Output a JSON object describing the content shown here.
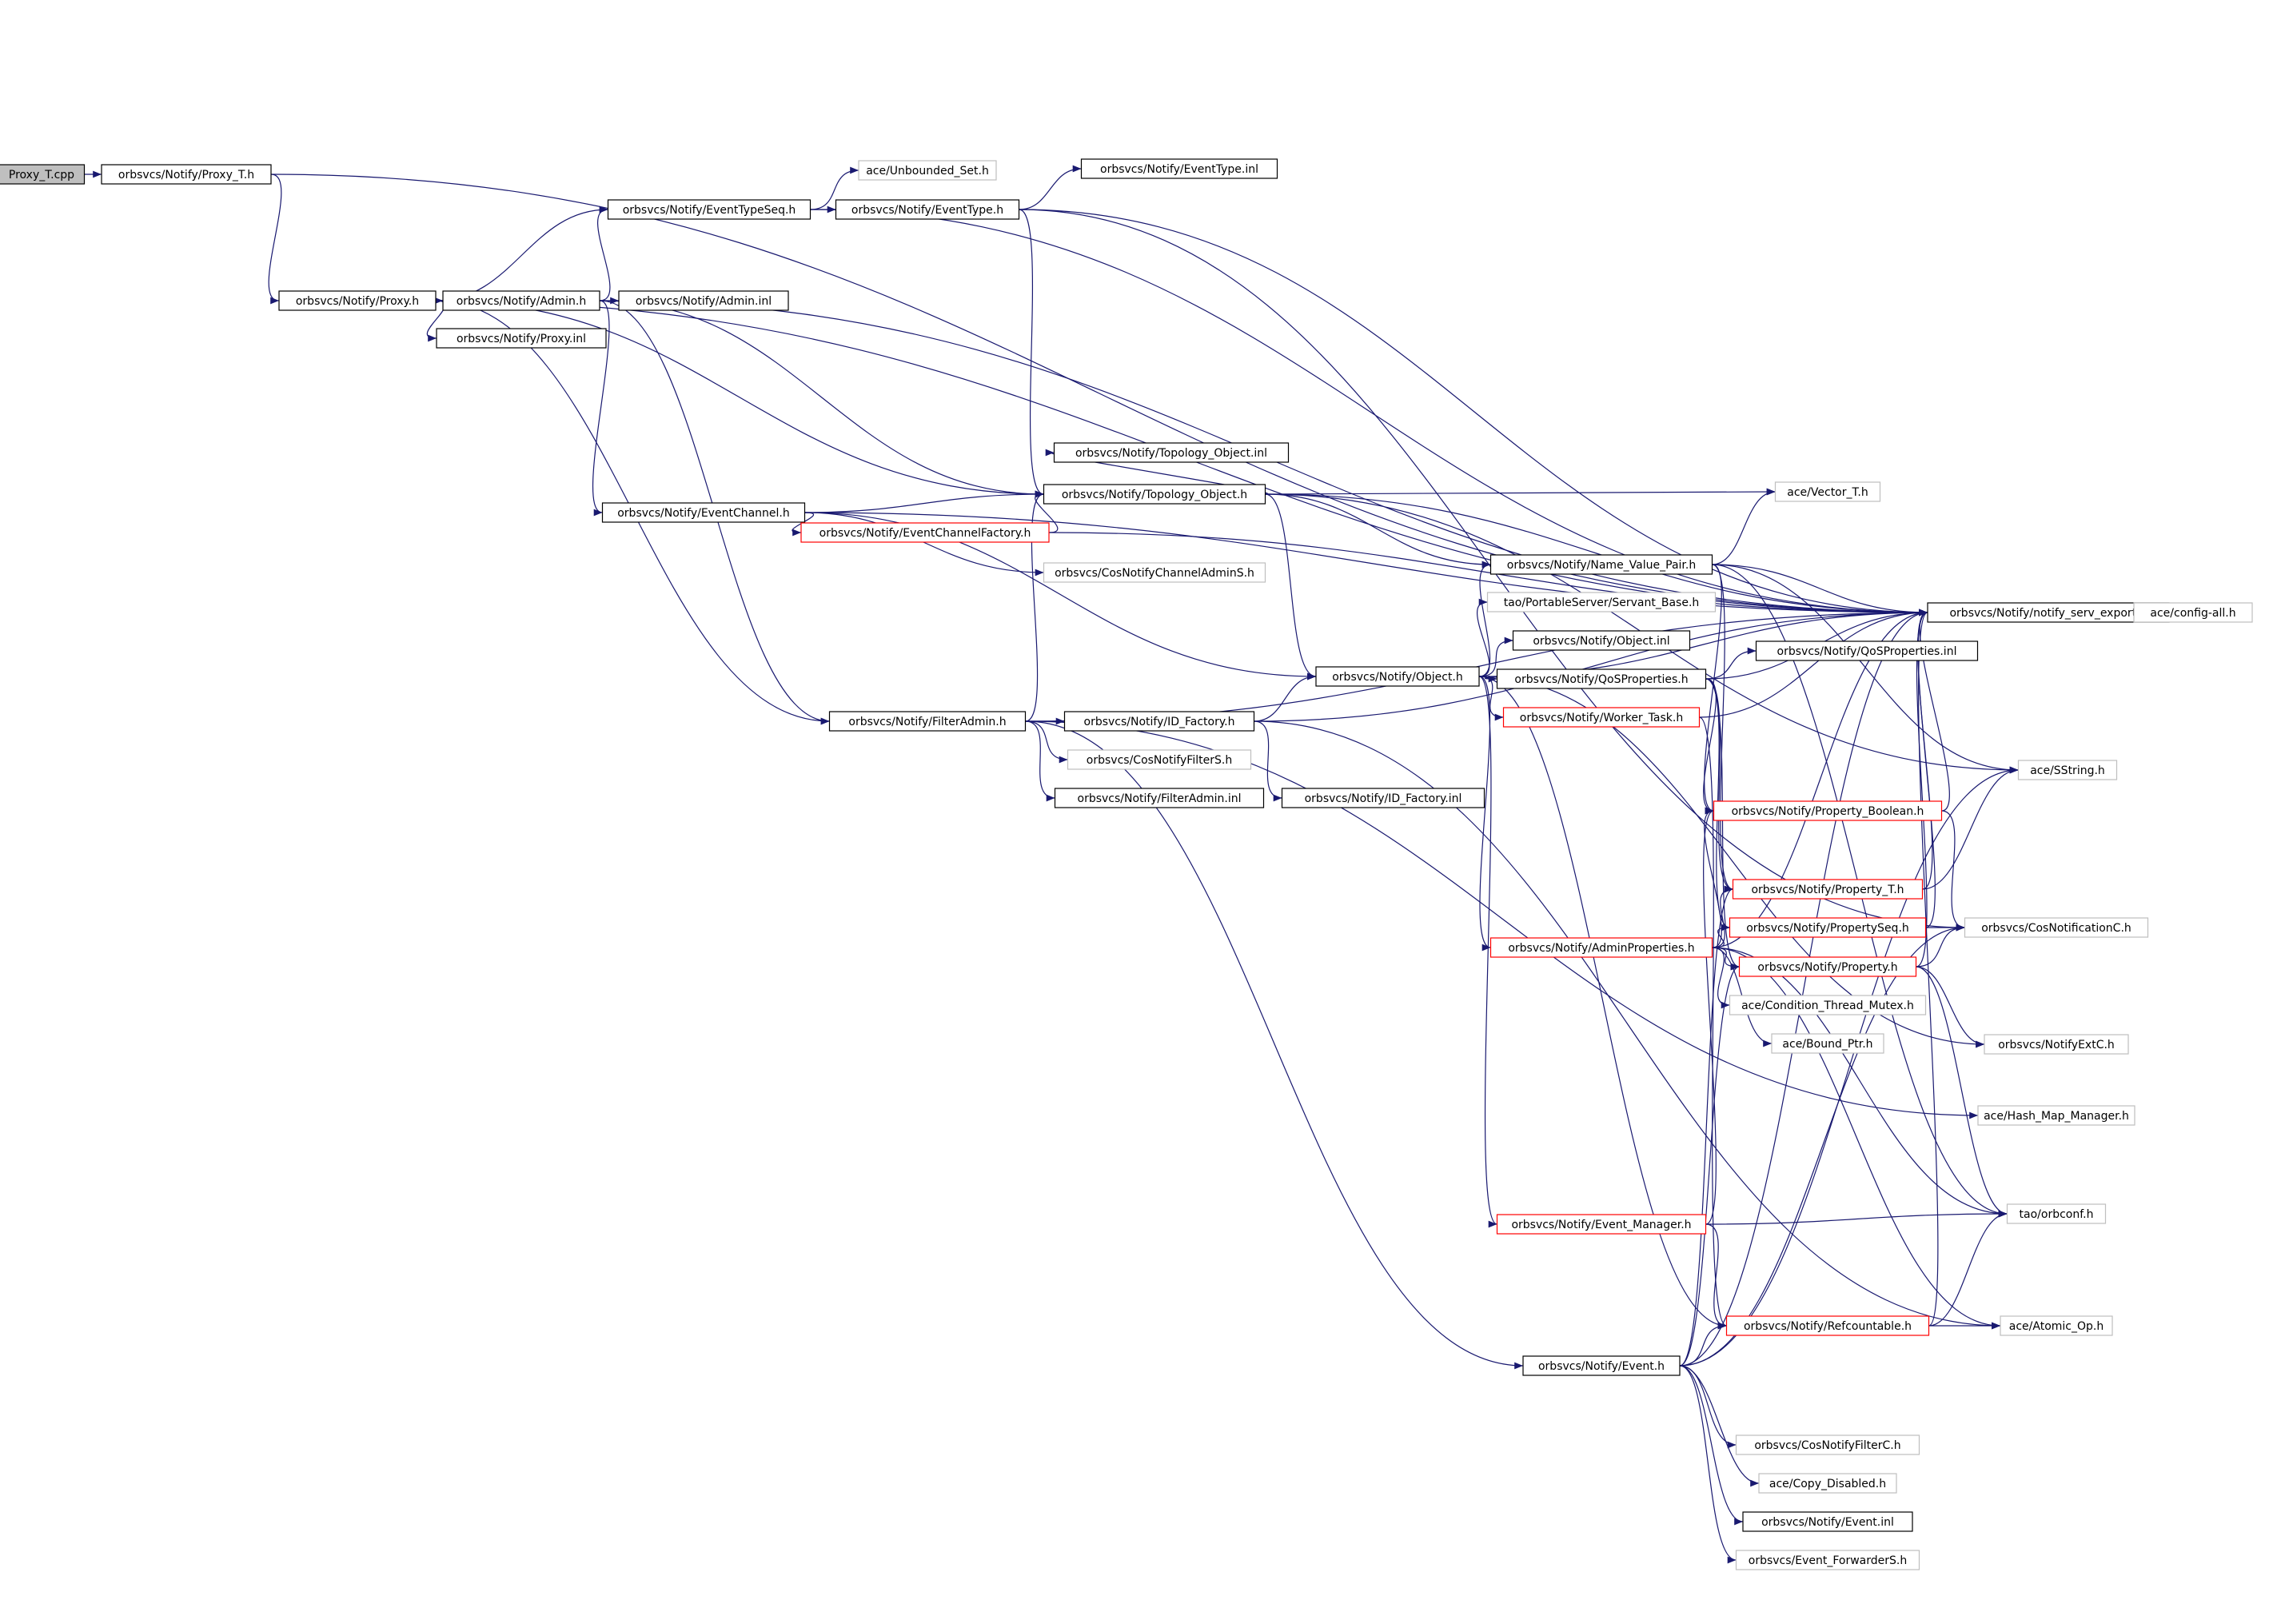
{
  "colors": {
    "edge": "#191970",
    "border_default": "#000000",
    "border_external": "#bfbfbf",
    "border_truncated": "#ff0000",
    "root_fill": "#bfbfbf",
    "node_fill": "#ffffff",
    "text": "#000000"
  },
  "nodes": [
    {
      "id": "proxy_t_cpp",
      "label": "Proxy_T.cpp",
      "kind": "root"
    },
    {
      "id": "proxy_t_h",
      "label": "orbsvcs/Notify/Proxy_T.h",
      "kind": "default"
    },
    {
      "id": "proxy_h",
      "label": "orbsvcs/Notify/Proxy.h",
      "kind": "default"
    },
    {
      "id": "eventtypeseq_h",
      "label": "orbsvcs/Notify/EventTypeSeq.h",
      "kind": "default"
    },
    {
      "id": "unbounded_set",
      "label": "ace/Unbounded_Set.h",
      "kind": "external"
    },
    {
      "id": "eventtype_h",
      "label": "orbsvcs/Notify/EventType.h",
      "kind": "default"
    },
    {
      "id": "eventtype_inl",
      "label": "orbsvcs/Notify/EventType.inl",
      "kind": "default"
    },
    {
      "id": "admin_h",
      "label": "orbsvcs/Notify/Admin.h",
      "kind": "default"
    },
    {
      "id": "admin_inl",
      "label": "orbsvcs/Notify/Admin.inl",
      "kind": "default"
    },
    {
      "id": "proxy_inl",
      "label": "orbsvcs/Notify/Proxy.inl",
      "kind": "default"
    },
    {
      "id": "topology_object_inl",
      "label": "orbsvcs/Notify/Topology_Object.inl",
      "kind": "default"
    },
    {
      "id": "topology_object_h",
      "label": "orbsvcs/Notify/Topology_Object.h",
      "kind": "default"
    },
    {
      "id": "eventchannel_h",
      "label": "orbsvcs/Notify/EventChannel.h",
      "kind": "default"
    },
    {
      "id": "eventchannelfactory_h",
      "label": "orbsvcs/Notify/EventChannelFactory.h",
      "kind": "truncated"
    },
    {
      "id": "vector_t_h",
      "label": "ace/Vector_T.h",
      "kind": "external"
    },
    {
      "id": "cosnotifychanneladmins_h",
      "label": "orbsvcs/CosNotifyChannelAdminS.h",
      "kind": "external"
    },
    {
      "id": "name_value_pair_h",
      "label": "orbsvcs/Notify/Name_Value_Pair.h",
      "kind": "default"
    },
    {
      "id": "servant_base_h",
      "label": "tao/PortableServer/Servant_Base.h",
      "kind": "external"
    },
    {
      "id": "notify_serv_export_h",
      "label": "orbsvcs/Notify/notify_serv_export.h",
      "kind": "default"
    },
    {
      "id": "config_all_h",
      "label": "ace/config-all.h",
      "kind": "external"
    },
    {
      "id": "object_inl",
      "label": "orbsvcs/Notify/Object.inl",
      "kind": "default"
    },
    {
      "id": "qosproperties_inl",
      "label": "orbsvcs/Notify/QoSProperties.inl",
      "kind": "default"
    },
    {
      "id": "object_h",
      "label": "orbsvcs/Notify/Object.h",
      "kind": "default"
    },
    {
      "id": "qosproperties_h",
      "label": "orbsvcs/Notify/QoSProperties.h",
      "kind": "default"
    },
    {
      "id": "worker_task_h",
      "label": "orbsvcs/Notify/Worker_Task.h",
      "kind": "truncated"
    },
    {
      "id": "filteradmin_h",
      "label": "orbsvcs/Notify/FilterAdmin.h",
      "kind": "default"
    },
    {
      "id": "id_factory_h",
      "label": "orbsvcs/Notify/ID_Factory.h",
      "kind": "default"
    },
    {
      "id": "cosnotifyfilters_h",
      "label": "orbsvcs/CosNotifyFilterS.h",
      "kind": "external"
    },
    {
      "id": "filteradmin_inl",
      "label": "orbsvcs/Notify/FilterAdmin.inl",
      "kind": "default"
    },
    {
      "id": "id_factory_inl",
      "label": "orbsvcs/Notify/ID_Factory.inl",
      "kind": "default"
    },
    {
      "id": "sstring_h",
      "label": "ace/SString.h",
      "kind": "external"
    },
    {
      "id": "property_boolean_h",
      "label": "orbsvcs/Notify/Property_Boolean.h",
      "kind": "truncated"
    },
    {
      "id": "property_t_h",
      "label": "orbsvcs/Notify/Property_T.h",
      "kind": "truncated"
    },
    {
      "id": "propertyseq_h",
      "label": "orbsvcs/Notify/PropertySeq.h",
      "kind": "truncated"
    },
    {
      "id": "cosnotificationc_h",
      "label": "orbsvcs/CosNotificationC.h",
      "kind": "external"
    },
    {
      "id": "adminproperties_h",
      "label": "orbsvcs/Notify/AdminProperties.h",
      "kind": "truncated"
    },
    {
      "id": "property_h",
      "label": "orbsvcs/Notify/Property.h",
      "kind": "truncated"
    },
    {
      "id": "condition_thread_mutex_h",
      "label": "ace/Condition_Thread_Mutex.h",
      "kind": "external"
    },
    {
      "id": "bound_ptr_h",
      "label": "ace/Bound_Ptr.h",
      "kind": "external"
    },
    {
      "id": "notifyextc_h",
      "label": "orbsvcs/NotifyExtC.h",
      "kind": "external"
    },
    {
      "id": "hash_map_manager_h",
      "label": "ace/Hash_Map_Manager.h",
      "kind": "external"
    },
    {
      "id": "event_manager_h",
      "label": "orbsvcs/Notify/Event_Manager.h",
      "kind": "truncated"
    },
    {
      "id": "orbconf_h",
      "label": "tao/orbconf.h",
      "kind": "external"
    },
    {
      "id": "refcountable_h",
      "label": "orbsvcs/Notify/Refcountable.h",
      "kind": "truncated"
    },
    {
      "id": "atomic_op_h",
      "label": "ace/Atomic_Op.h",
      "kind": "external"
    },
    {
      "id": "event_h",
      "label": "orbsvcs/Notify/Event.h",
      "kind": "default"
    },
    {
      "id": "cosnotifyfilterc_h",
      "label": "orbsvcs/CosNotifyFilterC.h",
      "kind": "external"
    },
    {
      "id": "copy_disabled_h",
      "label": "ace/Copy_Disabled.h",
      "kind": "external"
    },
    {
      "id": "event_inl",
      "label": "orbsvcs/Notify/Event.inl",
      "kind": "default"
    },
    {
      "id": "event_forwarders_h",
      "label": "orbsvcs/Event_ForwarderS.h",
      "kind": "external"
    }
  ],
  "edges": [
    [
      "proxy_t_cpp",
      "proxy_t_h"
    ],
    [
      "proxy_t_h",
      "proxy_h"
    ],
    [
      "proxy_t_h",
      "notify_serv_export_h"
    ],
    [
      "proxy_h",
      "eventtypeseq_h"
    ],
    [
      "proxy_h",
      "admin_h"
    ],
    [
      "proxy_h",
      "proxy_inl"
    ],
    [
      "proxy_h",
      "topology_object_h"
    ],
    [
      "proxy_h",
      "filteradmin_h"
    ],
    [
      "proxy_h",
      "notify_serv_export_h"
    ],
    [
      "eventtypeseq_h",
      "unbounded_set"
    ],
    [
      "eventtypeseq_h",
      "eventtype_h"
    ],
    [
      "eventtypeseq_h",
      "notify_serv_export_h"
    ],
    [
      "eventtype_h",
      "eventtype_inl"
    ],
    [
      "eventtype_h",
      "topology_object_h"
    ],
    [
      "eventtype_h",
      "notify_serv_export_h"
    ],
    [
      "eventtype_h",
      "cosnotificationc_h"
    ],
    [
      "admin_h",
      "eventtypeseq_h"
    ],
    [
      "admin_h",
      "admin_inl"
    ],
    [
      "admin_h",
      "eventchannel_h"
    ],
    [
      "admin_h",
      "topology_object_h"
    ],
    [
      "admin_h",
      "filteradmin_h"
    ],
    [
      "admin_h",
      "notify_serv_export_h"
    ],
    [
      "eventchannel_h",
      "topology_object_h"
    ],
    [
      "eventchannel_h",
      "eventchannelfactory_h"
    ],
    [
      "eventchannel_h",
      "cosnotifychanneladmins_h"
    ],
    [
      "eventchannel_h",
      "object_h"
    ],
    [
      "eventchannel_h",
      "notify_serv_export_h"
    ],
    [
      "eventchannelfactory_h",
      "topology_object_h"
    ],
    [
      "eventchannelfactory_h",
      "notify_serv_export_h"
    ],
    [
      "topology_object_h",
      "topology_object_inl"
    ],
    [
      "topology_object_h",
      "vector_t_h"
    ],
    [
      "topology_object_h",
      "name_value_pair_h"
    ],
    [
      "topology_object_h",
      "object_h"
    ],
    [
      "topology_object_h",
      "notify_serv_export_h"
    ],
    [
      "topology_object_h",
      "sstring_h"
    ],
    [
      "name_value_pair_h",
      "vector_t_h"
    ],
    [
      "name_value_pair_h",
      "notify_serv_export_h"
    ],
    [
      "name_value_pair_h",
      "property_boolean_h"
    ],
    [
      "name_value_pair_h",
      "sstring_h"
    ],
    [
      "name_value_pair_h",
      "property_t_h"
    ],
    [
      "name_value_pair_h",
      "orbconf_h"
    ],
    [
      "notify_serv_export_h",
      "config_all_h"
    ],
    [
      "object_h",
      "name_value_pair_h"
    ],
    [
      "object_h",
      "servant_base_h"
    ],
    [
      "object_h",
      "object_inl"
    ],
    [
      "object_h",
      "qosproperties_h"
    ],
    [
      "object_h",
      "worker_task_h"
    ],
    [
      "object_h",
      "notify_serv_export_h"
    ],
    [
      "object_h",
      "adminproperties_h"
    ],
    [
      "object_h",
      "event_manager_h"
    ],
    [
      "object_h",
      "refcountable_h"
    ],
    [
      "object_h",
      "notifyextc_h"
    ],
    [
      "qosproperties_h",
      "qosproperties_inl"
    ],
    [
      "qosproperties_h",
      "notify_serv_export_h"
    ],
    [
      "qosproperties_h",
      "property_boolean_h"
    ],
    [
      "qosproperties_h",
      "property_t_h"
    ],
    [
      "qosproperties_h",
      "propertyseq_h"
    ],
    [
      "qosproperties_h",
      "property_h"
    ],
    [
      "worker_task_h",
      "notify_serv_export_h"
    ],
    [
      "worker_task_h",
      "refcountable_h"
    ],
    [
      "filteradmin_h",
      "id_factory_h"
    ],
    [
      "filteradmin_h",
      "cosnotifyfilters_h"
    ],
    [
      "filteradmin_h",
      "filteradmin_inl"
    ],
    [
      "filteradmin_h",
      "topology_object_h"
    ],
    [
      "filteradmin_h",
      "notify_serv_export_h"
    ],
    [
      "filteradmin_h",
      "hash_map_manager_h"
    ],
    [
      "filteradmin_h",
      "event_h"
    ],
    [
      "id_factory_h",
      "object_h"
    ],
    [
      "id_factory_h",
      "id_factory_inl"
    ],
    [
      "id_factory_h",
      "notify_serv_export_h"
    ],
    [
      "id_factory_h",
      "atomic_op_h"
    ],
    [
      "property_boolean_h",
      "notify_serv_export_h"
    ],
    [
      "property_boolean_h",
      "cosnotificationc_h"
    ],
    [
      "property_t_h",
      "sstring_h"
    ],
    [
      "property_t_h",
      "notify_serv_export_h"
    ],
    [
      "propertyseq_h",
      "cosnotificationc_h"
    ],
    [
      "propertyseq_h",
      "notify_serv_export_h"
    ],
    [
      "property_h",
      "notify_serv_export_h"
    ],
    [
      "property_h",
      "cosnotificationc_h"
    ],
    [
      "property_h",
      "notifyextc_h"
    ],
    [
      "property_h",
      "orbconf_h"
    ],
    [
      "adminproperties_h",
      "property_boolean_h"
    ],
    [
      "adminproperties_h",
      "property_t_h"
    ],
    [
      "adminproperties_h",
      "propertyseq_h"
    ],
    [
      "adminproperties_h",
      "property_h"
    ],
    [
      "adminproperties_h",
      "condition_thread_mutex_h"
    ],
    [
      "adminproperties_h",
      "bound_ptr_h"
    ],
    [
      "adminproperties_h",
      "notify_serv_export_h"
    ],
    [
      "adminproperties_h",
      "atomic_op_h"
    ],
    [
      "adminproperties_h",
      "orbconf_h"
    ],
    [
      "event_manager_h",
      "property_boolean_h"
    ],
    [
      "event_manager_h",
      "refcountable_h"
    ],
    [
      "event_manager_h",
      "orbconf_h"
    ],
    [
      "refcountable_h",
      "notify_serv_export_h"
    ],
    [
      "refcountable_h",
      "atomic_op_h"
    ],
    [
      "refcountable_h",
      "orbconf_h"
    ],
    [
      "event_h",
      "property_t_h"
    ],
    [
      "event_h",
      "refcountable_h"
    ],
    [
      "event_h",
      "cosnotificationc_h"
    ],
    [
      "event_h",
      "notify_serv_export_h"
    ],
    [
      "event_h",
      "sstring_h"
    ],
    [
      "event_h",
      "cosnotifyfilterc_h"
    ],
    [
      "event_h",
      "copy_disabled_h"
    ],
    [
      "event_h",
      "event_inl"
    ],
    [
      "event_h",
      "event_forwarders_h"
    ],
    [
      "event_h",
      "property_h"
    ]
  ]
}
